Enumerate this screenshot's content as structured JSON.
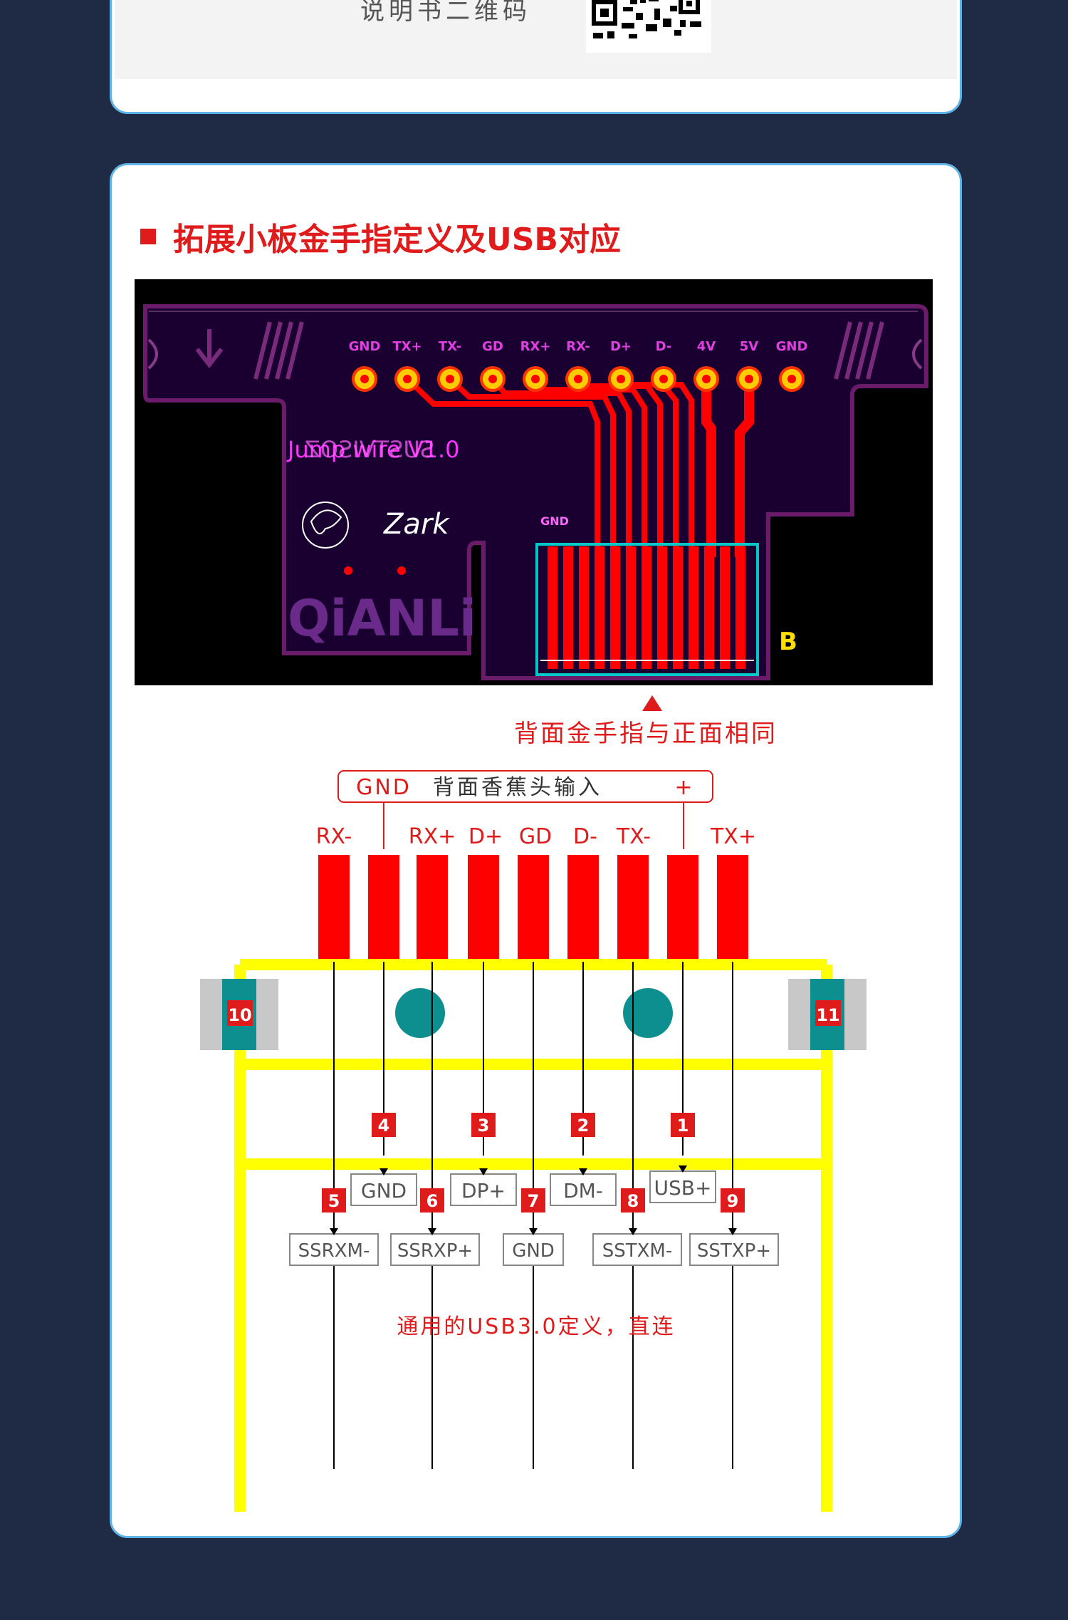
{
  "top_card": {
    "qr_label": "说明书二维码"
  },
  "section": {
    "title": "拓展小板金手指定义及USB对应",
    "pcb": {
      "pads": [
        "GND",
        "TX+",
        "TX-",
        "GD",
        "RX+",
        "RX-",
        "D+",
        "D-",
        "4V",
        "5V",
        "GND"
      ],
      "version_text": "Jump wire V1.0",
      "mirrored_text": "SUSTVISOZ",
      "logo_text": "QiANLi",
      "signature": "Zark",
      "gnd_label": "GND",
      "side_label": "B"
    },
    "back_caption": "背面金手指与正面相同",
    "schematic": {
      "banana_box": {
        "gnd": "GND",
        "text": "背面香蕉头输入",
        "plus": "+"
      },
      "top_pins": [
        "RX-",
        "",
        "RX+",
        "D+",
        "GD",
        "D-",
        "TX-",
        "",
        "TX+"
      ],
      "side_numbers": [
        "10",
        "11"
      ],
      "numbered_pins": [
        "4",
        "3",
        "2",
        "1",
        "5",
        "6",
        "7",
        "8",
        "9"
      ],
      "usb2_labels": [
        "GND",
        "DP+",
        "DM-",
        "USB+"
      ],
      "usb3_labels": [
        "SSRXM-",
        "SSRXP+",
        "GND",
        "SSTXM-",
        "SSTXP+"
      ],
      "footer_caption": "通用的USB3.0定义，直连"
    }
  },
  "colors": {
    "accent": "#e01b1b",
    "background": "#1f2b45",
    "card_border": "#5fb3e6",
    "yellow": "#ffff00",
    "teal": "#0e8f8f"
  }
}
